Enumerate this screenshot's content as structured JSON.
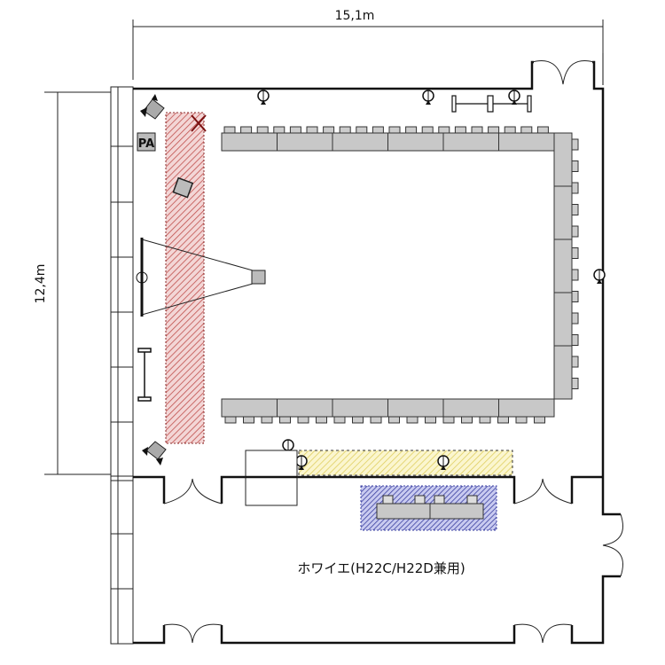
{
  "dimensions": {
    "width_label": "15,1m",
    "height_label": "12,4m"
  },
  "room": {
    "foyer_label": "ホワイエ(H22C/H22D兼用)",
    "pa_label": "PA"
  },
  "layout": {
    "top_tables": 6,
    "bottom_tables": 6,
    "side_tables": 5,
    "top_chairs": 20,
    "bottom_chairs": 18,
    "side_chairs": 12
  },
  "colors": {
    "stage_zone": "#c0504d",
    "yellow_zone": "#e8d860",
    "blue_zone": "#3a3fa0",
    "table_fill": "#c8c8c8"
  }
}
